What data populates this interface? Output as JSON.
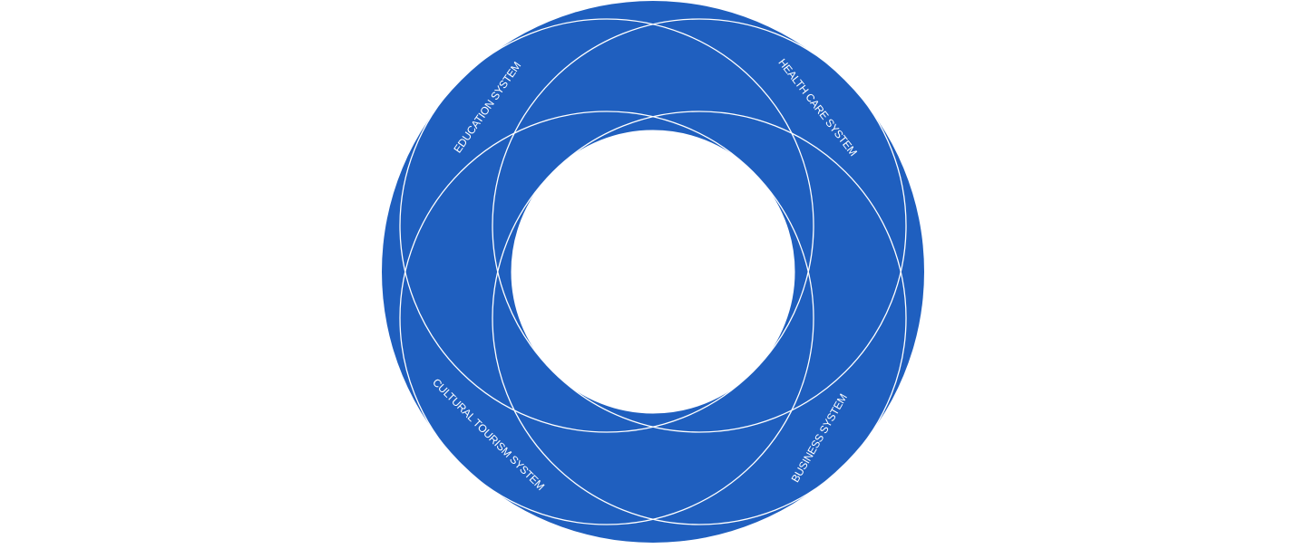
{
  "diagram": {
    "colors": {
      "fill": "#1f5fbf",
      "outline": "#ffffff",
      "label": "#ffffff",
      "background": "#ffffff"
    },
    "segments": [
      {
        "label": "EDUCATION SYSTEM"
      },
      {
        "label": "HEALTH CARE SYSTEM"
      },
      {
        "label": "BUSINESS SYSTEM"
      },
      {
        "label": "CULTURAL TOURISM SYSTEM"
      }
    ]
  }
}
